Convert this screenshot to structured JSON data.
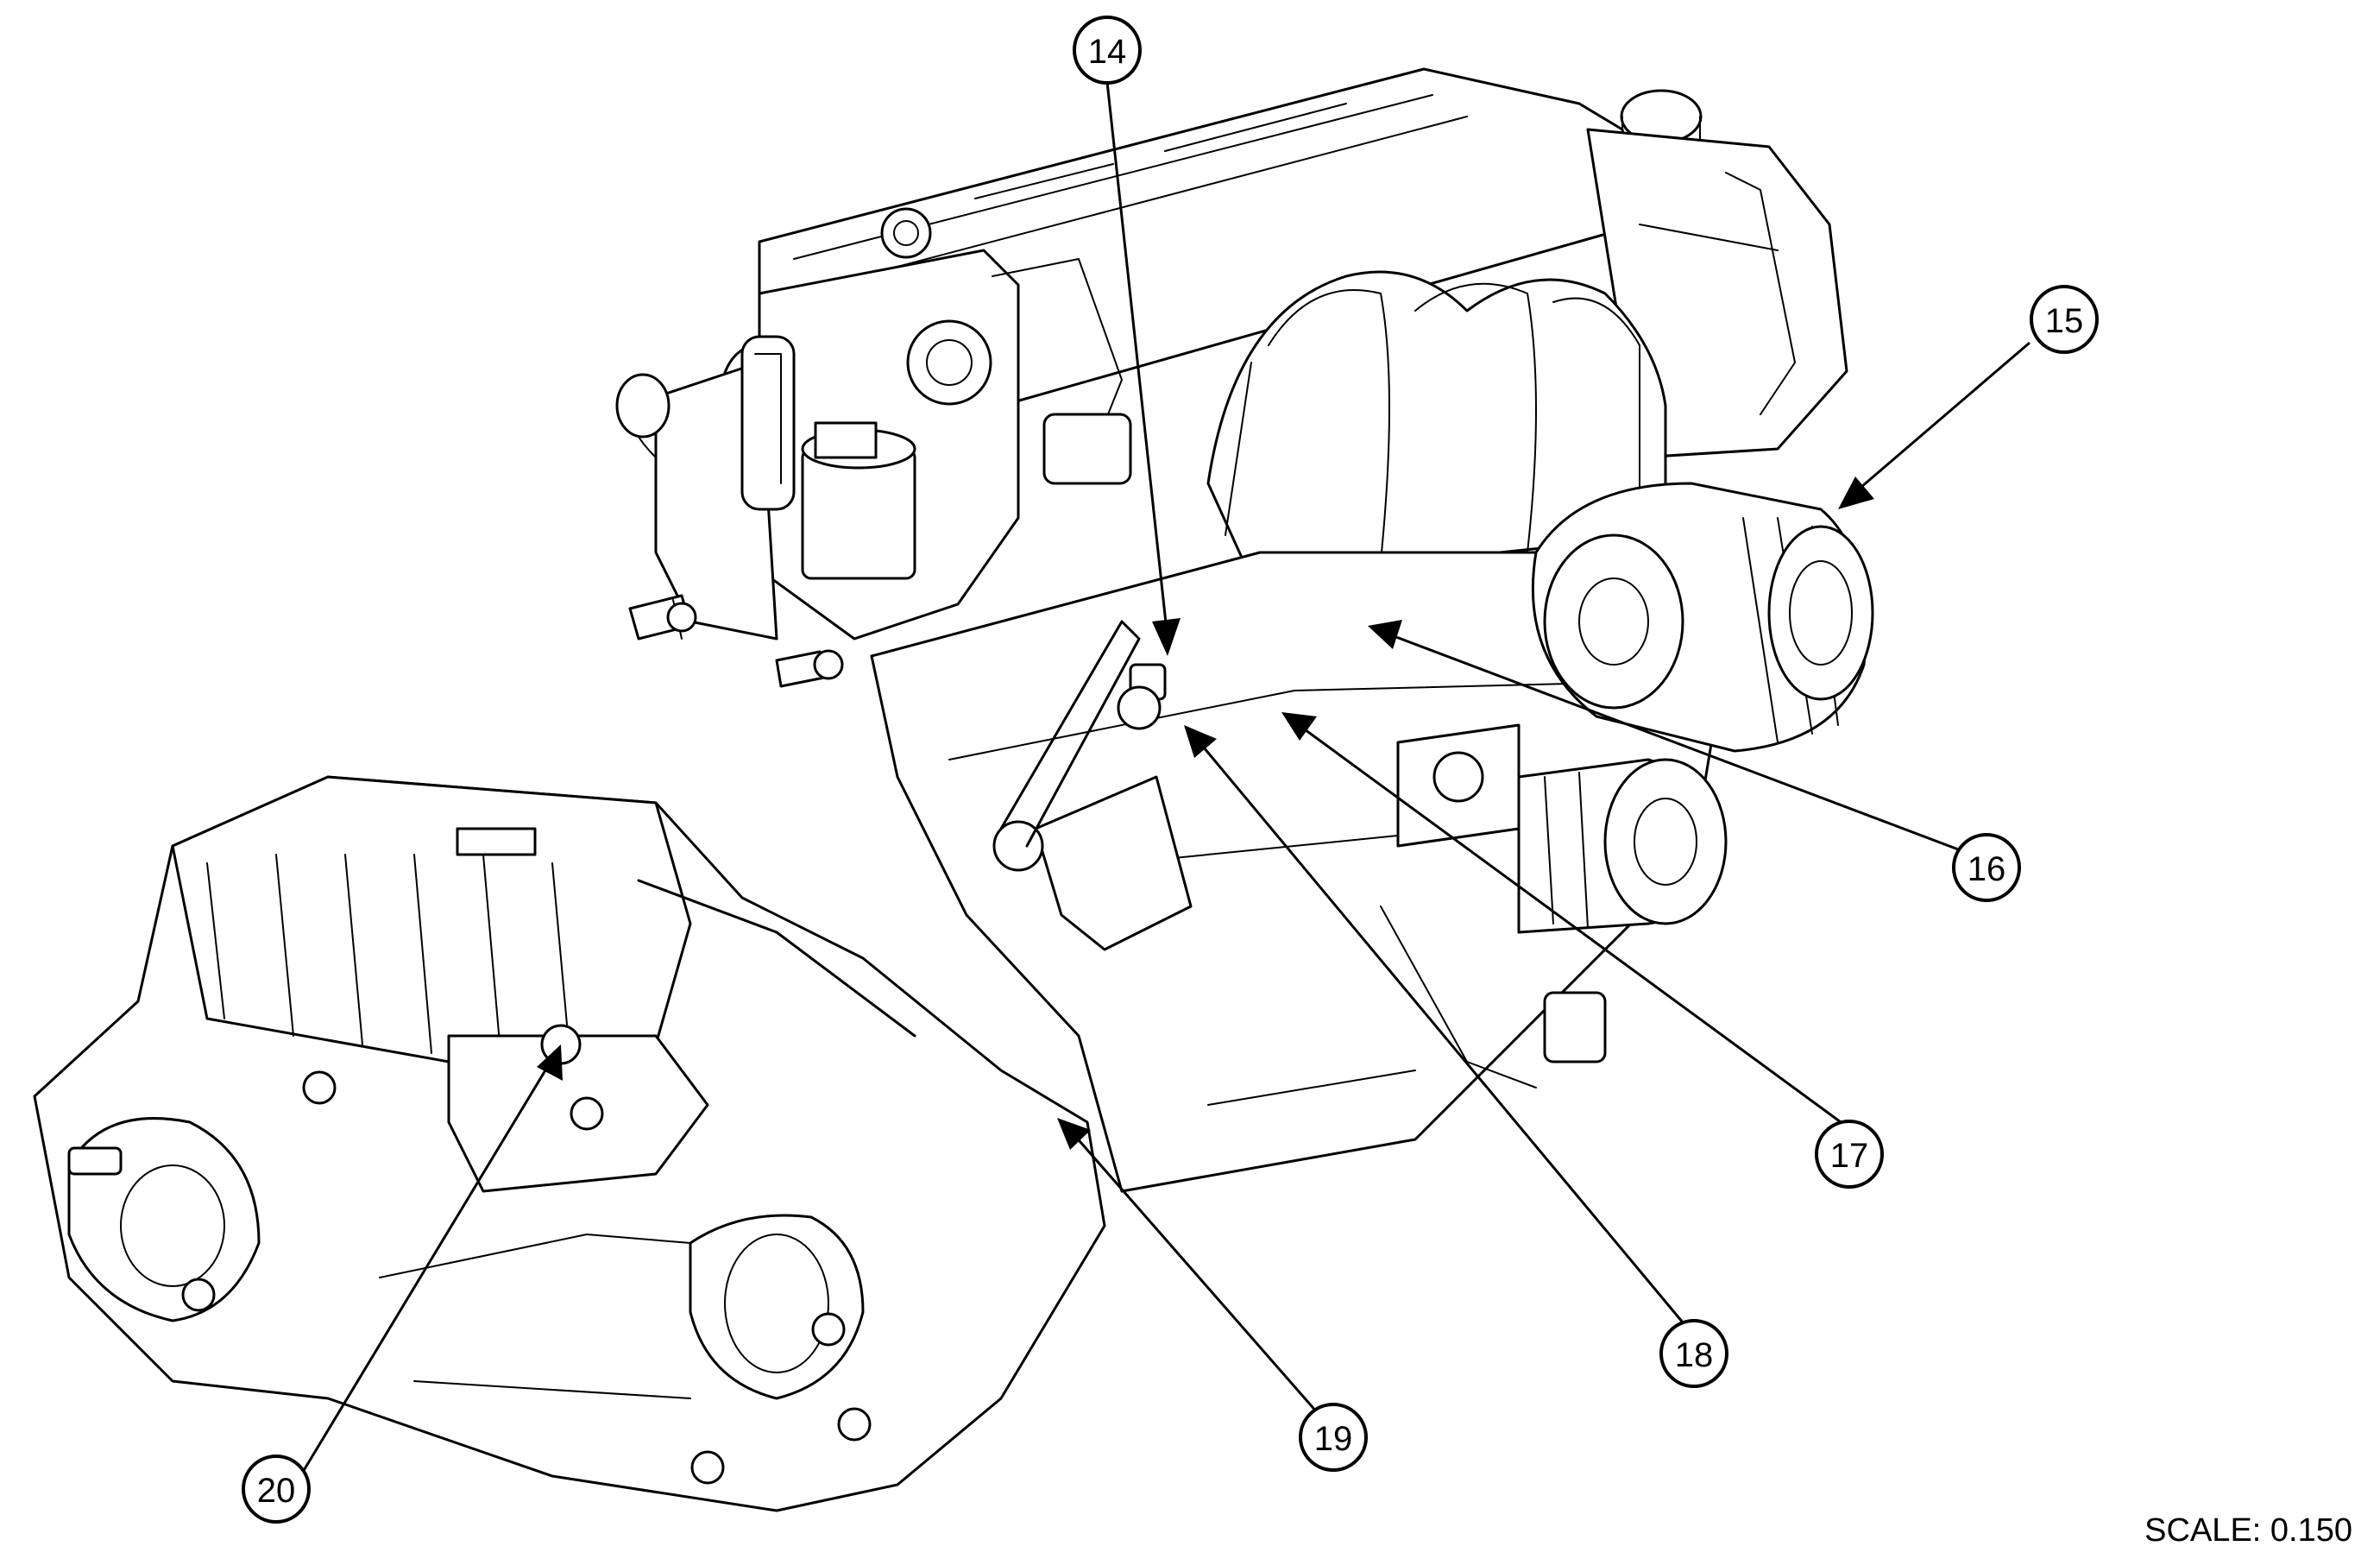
{
  "callouts": [
    {
      "label": "14"
    },
    {
      "label": "15"
    },
    {
      "label": "16"
    },
    {
      "label": "17"
    },
    {
      "label": "18"
    },
    {
      "label": "19"
    },
    {
      "label": "20"
    }
  ],
  "scale": "SCALE: 0.150"
}
